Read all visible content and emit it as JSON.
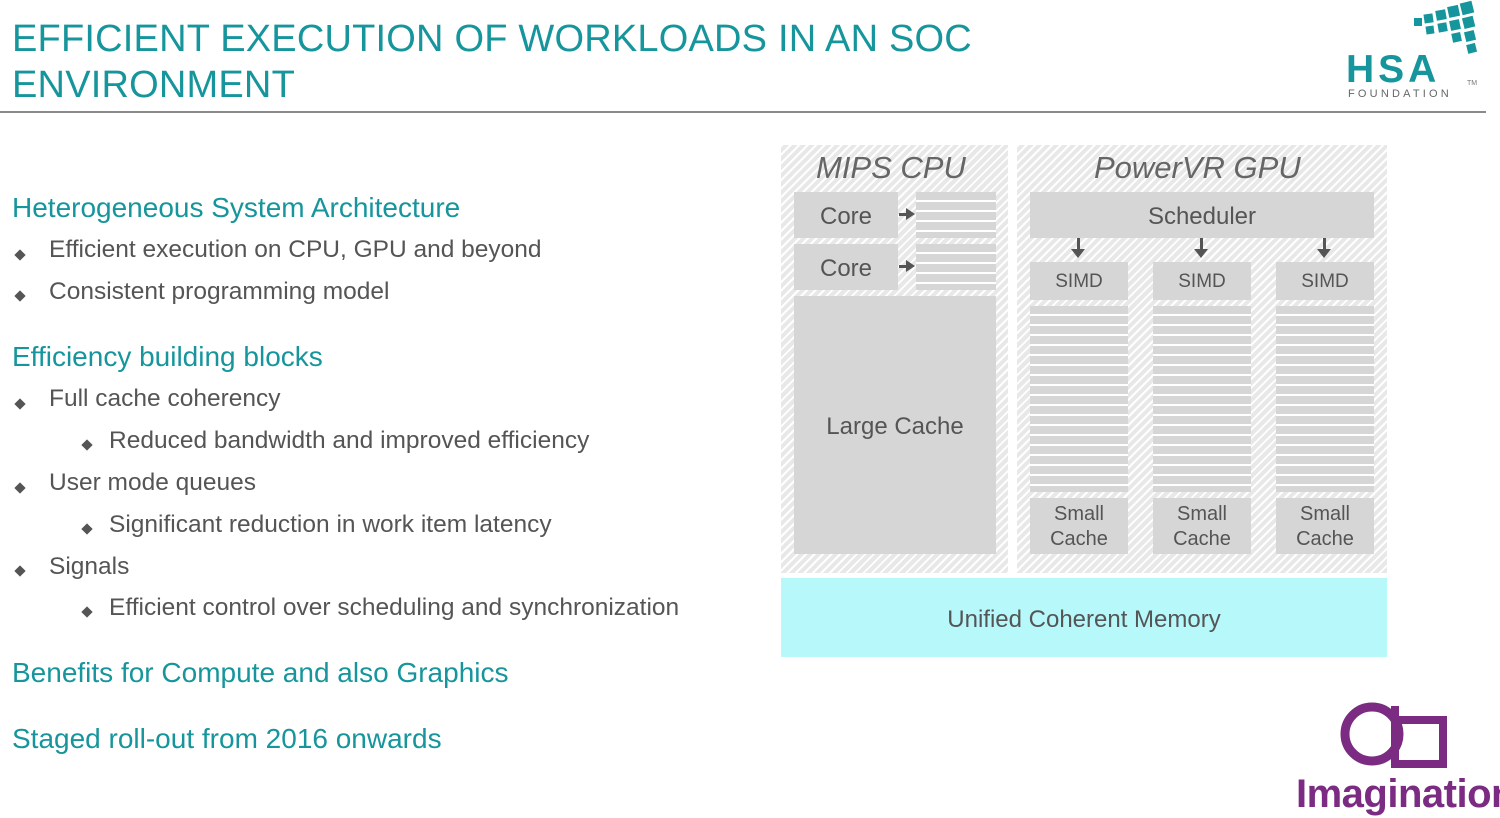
{
  "title": {
    "line1": "EFFICIENT EXECUTION OF WORKLOADS IN AN SOC",
    "line2": "ENVIRONMENT"
  },
  "hsa_logo": {
    "letters": "HSA",
    "tm": "TM",
    "sub": "FOUNDATION"
  },
  "imagination_logo": {
    "text": "Imagination"
  },
  "colors": {
    "teal": "#16969c",
    "purple": "#7b2b82",
    "memory": "#b7f8fb",
    "block": "#d6d6d6"
  },
  "content": {
    "heading1": "Heterogeneous System Architecture",
    "b1": "Efficient execution on CPU, GPU and beyond",
    "b2": "Consistent programming model",
    "heading2": "Efficiency building blocks",
    "b3": "Full cache coherency",
    "b3a": "Reduced bandwidth and improved efficiency",
    "b4": "User mode queues",
    "b4a": "Significant reduction in work item latency",
    "b5": "Signals",
    "b5a": "Efficient control over scheduling and synchronization",
    "heading3": "Benefits for Compute and also Graphics",
    "heading4": "Staged roll-out from 2016 onwards"
  },
  "diagram": {
    "cpu_title": "MIPS CPU",
    "gpu_title": "PowerVR GPU",
    "core1": "Core",
    "core2": "Core",
    "large_cache": "Large Cache",
    "scheduler": "Scheduler",
    "simd": [
      "SIMD",
      "SIMD",
      "SIMD"
    ],
    "small_cache_line1": [
      "Small",
      "Small",
      "Small"
    ],
    "small_cache_line2": [
      "Cache",
      "Cache",
      "Cache"
    ],
    "memory": "Unified Coherent Memory"
  }
}
